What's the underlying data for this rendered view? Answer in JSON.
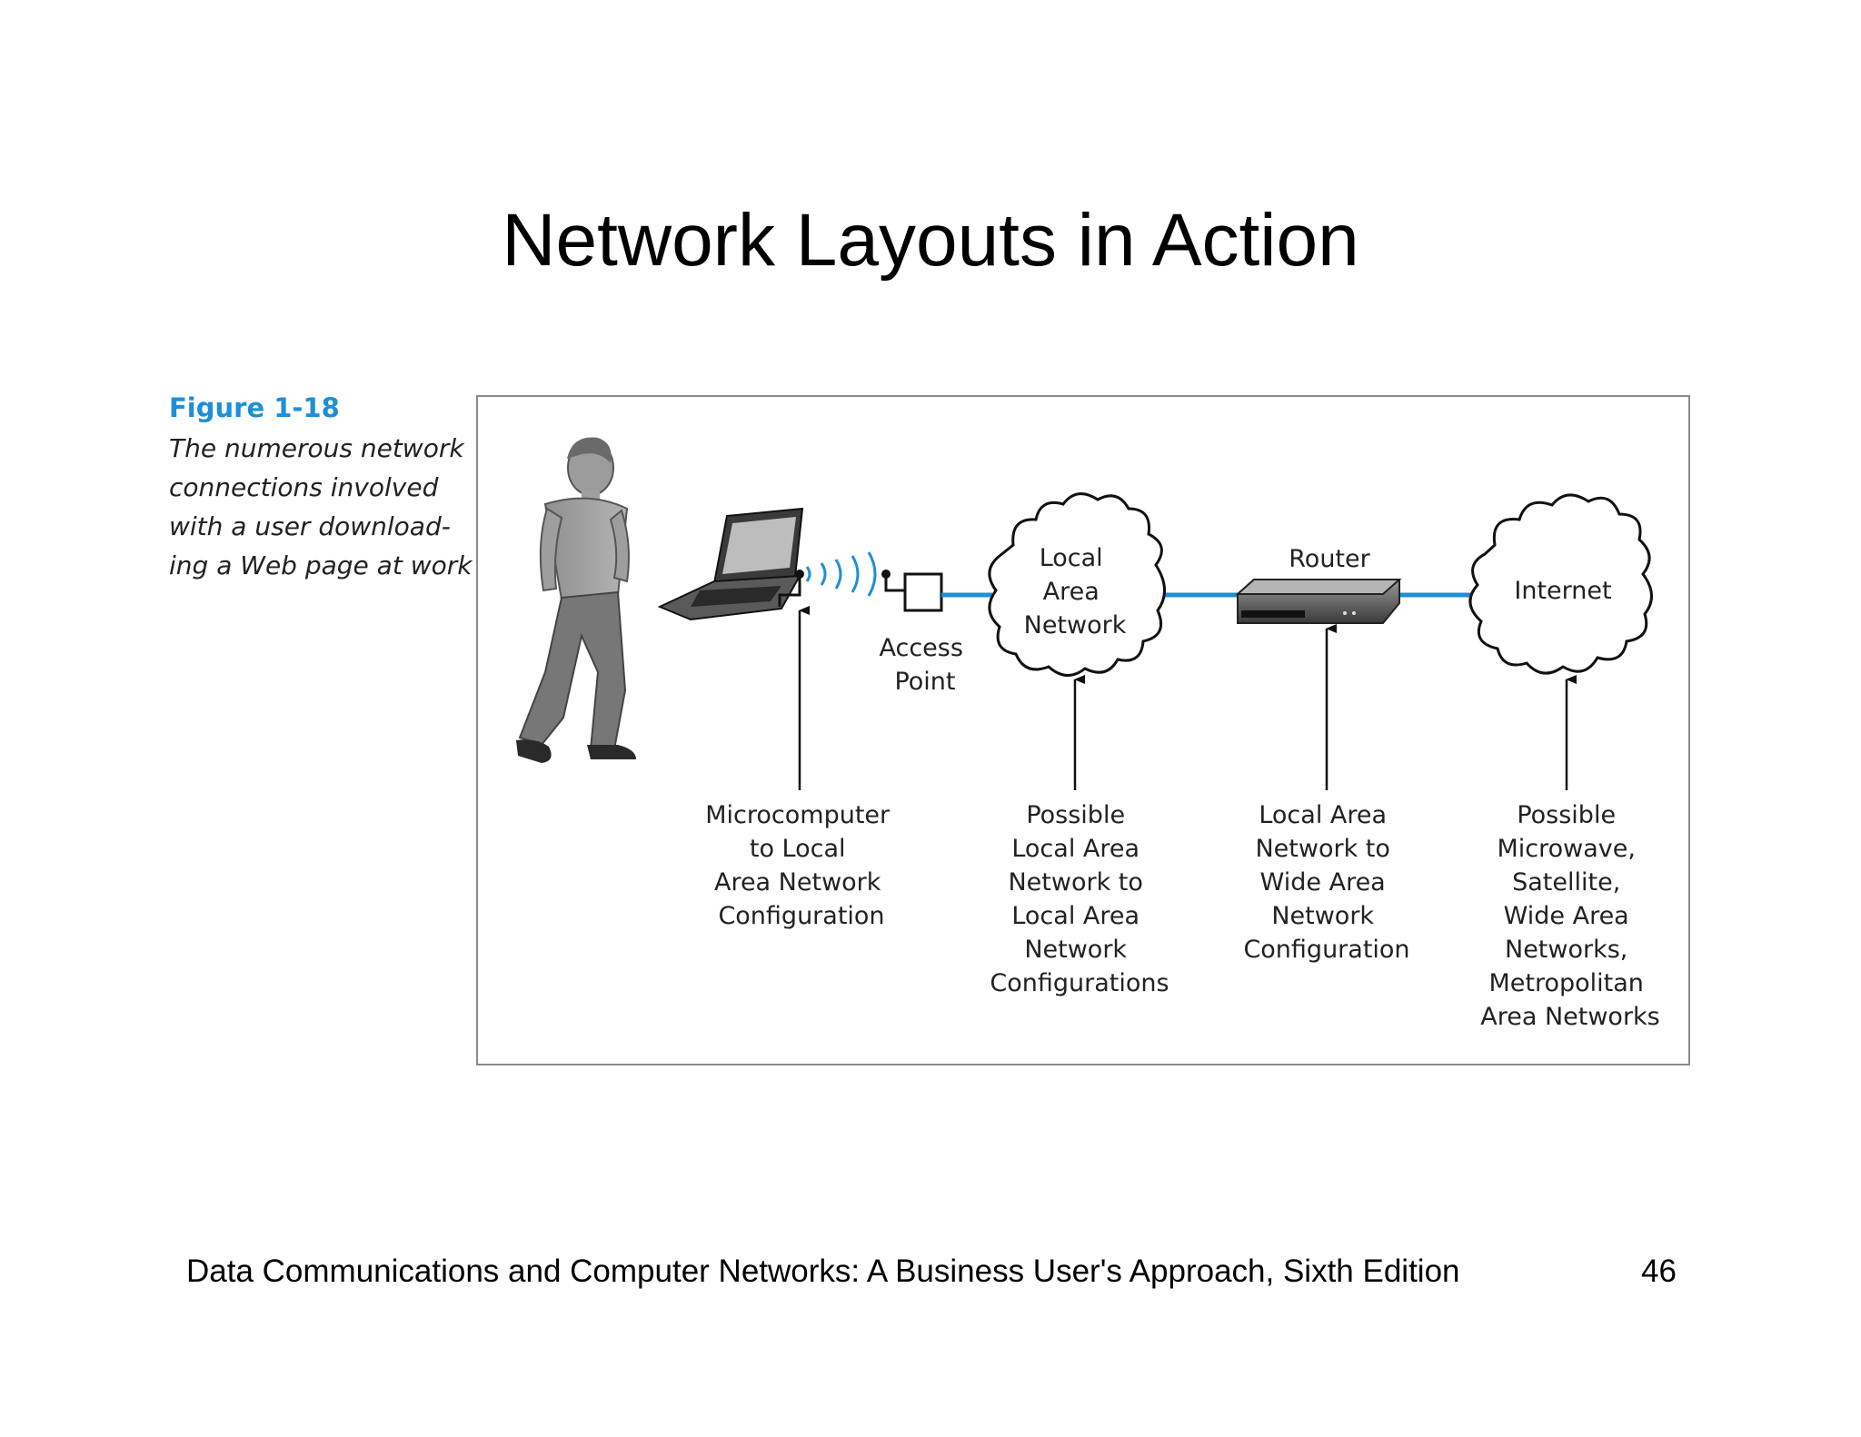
{
  "slide": {
    "title": "Network Layouts in Action",
    "footer": "Data Communications and Computer Networks: A Business User's Approach, Sixth Edition",
    "page_number": "46"
  },
  "figure": {
    "number": "Figure 1-18",
    "caption_lines": [
      "The numerous network",
      "connections involved",
      "with a user download-",
      "ing a Web page at work"
    ],
    "accent_color": "#1e8fd6",
    "link_color": "#1e8fd6"
  },
  "diagram": {
    "nodes": {
      "access_point": [
        "Access",
        "Point"
      ],
      "lan": [
        "Local",
        "Area",
        "Network"
      ],
      "router": [
        "Router"
      ],
      "internet": [
        "Internet"
      ]
    },
    "annotations": [
      [
        "Microcomputer",
        "to Local",
        "Area Network",
        "Configuration"
      ],
      [
        "Possible",
        "Local Area",
        "Network to",
        "Local Area",
        "Network",
        "Configurations"
      ],
      [
        "Local Area",
        "Network to",
        "Wide Area",
        "Network",
        "Configuration"
      ],
      [
        "Possible",
        "Microwave,",
        "Satellite,",
        "Wide Area",
        "Networks,",
        "Metropolitan",
        "Area Networks"
      ]
    ]
  }
}
